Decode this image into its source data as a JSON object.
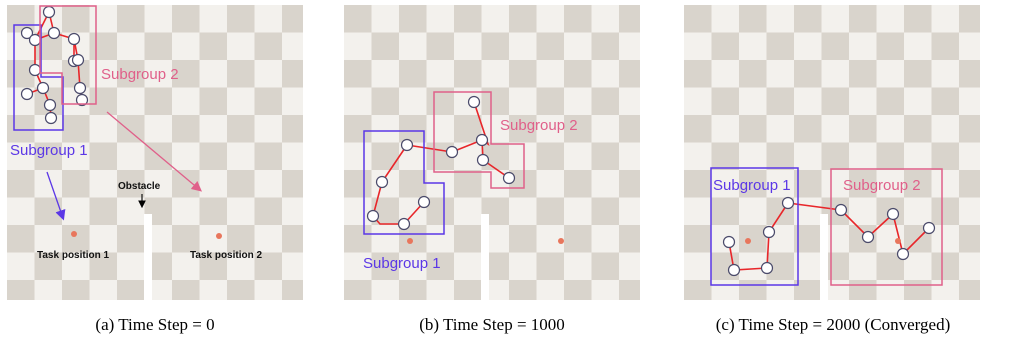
{
  "colors": {
    "board_light": "#f3f1ed",
    "board_dark": "#d9d4cc",
    "obstacle": "#ffffff",
    "link": "#e8262a",
    "task_dot": "#e8765c",
    "subgroup1": "#5b37e6",
    "subgroup2": "#e0608a"
  },
  "panels": [
    {
      "caption": "(a) Time Step = 0",
      "subgroup1_label": "Subgroup 1",
      "subgroup2_label": "Subgroup 2",
      "obstacle_label": "Obstacle",
      "task1_label": "Task position 1",
      "task2_label": "Task position 2"
    },
    {
      "caption": "(b) Time Step = 1000",
      "subgroup1_label": "Subgroup  1",
      "subgroup2_label": "Subgroup 2"
    },
    {
      "caption": "(c) Time Step = 2000 (Converged)",
      "subgroup1_label": "Subgroup  1",
      "subgroup2_label": "Subgroup 2"
    }
  ]
}
